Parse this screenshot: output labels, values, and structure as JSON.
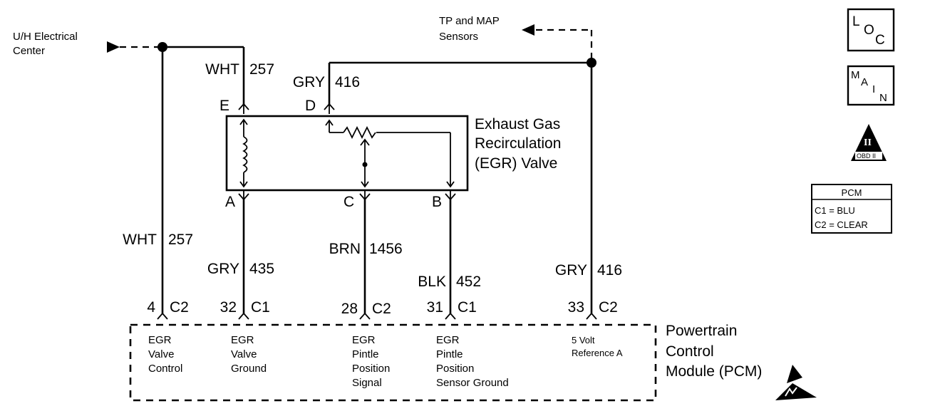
{
  "external": {
    "uh_line1": "U/H Electrical",
    "uh_line2": "Center",
    "tp_line1": "TP and MAP",
    "tp_line2": "Sensors"
  },
  "egr_valve": {
    "line1": "Exhaust Gas",
    "line2": "Recirculation",
    "line3": "(EGR) Valve",
    "pins": {
      "E": "E",
      "D": "D",
      "A": "A",
      "C": "C",
      "B": "B"
    }
  },
  "wires": {
    "top_wht": {
      "color": "WHT",
      "circuit": "257"
    },
    "top_gry": {
      "color": "GRY",
      "circuit": "416"
    },
    "wht": {
      "color": "WHT",
      "circuit": "257"
    },
    "gry435": {
      "color": "GRY",
      "circuit": "435"
    },
    "brn": {
      "color": "BRN",
      "circuit": "1456"
    },
    "blk": {
      "color": "BLK",
      "circuit": "452"
    },
    "gry416": {
      "color": "GRY",
      "circuit": "416"
    }
  },
  "pcm_pins": [
    {
      "num": "4",
      "conn": "C2",
      "l1": "EGR",
      "l2": "Valve",
      "l3": "Control",
      "l4": ""
    },
    {
      "num": "32",
      "conn": "C1",
      "l1": "EGR",
      "l2": "Valve",
      "l3": "Ground",
      "l4": ""
    },
    {
      "num": "28",
      "conn": "C2",
      "l1": "EGR",
      "l2": "Pintle",
      "l3": "Position",
      "l4": "Signal"
    },
    {
      "num": "31",
      "conn": "C1",
      "l1": "EGR",
      "l2": "Pintle",
      "l3": "Position",
      "l4": "Sensor  Ground"
    },
    {
      "num": "33",
      "conn": "C2",
      "l1": "5 Volt",
      "l2": "Reference A",
      "l3": "",
      "l4": ""
    }
  ],
  "pcm": {
    "line1": "Powertrain",
    "line2": "Control",
    "line3": "Module  (PCM)"
  },
  "legend": {
    "loc_l": "L",
    "loc_o": "O",
    "loc_c": "C",
    "main_m": "M",
    "main_a": "A",
    "main_i": "I",
    "main_n": "N",
    "obd_roman": "II",
    "obd_text": "OBD II",
    "pcm_title": "PCM",
    "c1": "C1 = BLU",
    "c2": "C2 = CLEAR"
  }
}
